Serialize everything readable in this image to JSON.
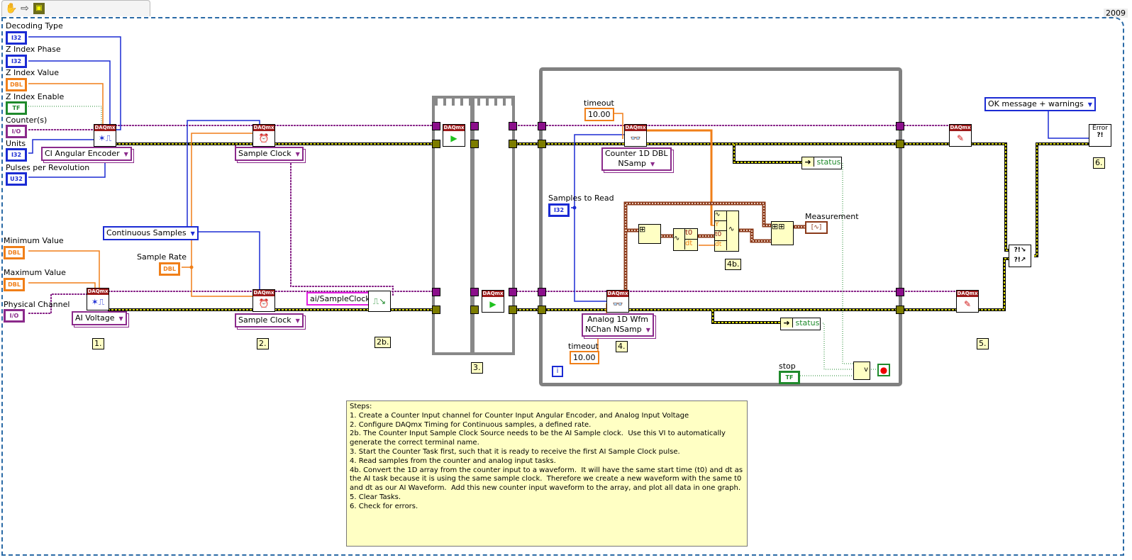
{
  "toolbar": {
    "icons": [
      "hand-tool-icon",
      "run-arrow-icon",
      "vi-icon"
    ]
  },
  "year_label": "2009",
  "controls": [
    {
      "label": "Decoding Type",
      "type": "I32"
    },
    {
      "label": "Z Index Phase",
      "type": "I32"
    },
    {
      "label": "Z Index Value",
      "type": "DBL"
    },
    {
      "label": "Z Index Enable",
      "type": "TF"
    },
    {
      "label": "Counter(s)",
      "type": "I/O"
    },
    {
      "label": "Units",
      "type": "I32"
    },
    {
      "label": "Pulses per Revolution",
      "type": "U32"
    },
    {
      "label": "Minimum Value",
      "type": "DBL"
    },
    {
      "label": "Maximum Value",
      "type": "DBL"
    },
    {
      "label": "Physical Channel",
      "type": "I/O"
    },
    {
      "label": "Sample Rate",
      "type": "DBL"
    },
    {
      "label": "Samples to Read",
      "type": "I32"
    },
    {
      "label": "stop",
      "type": "TF"
    }
  ],
  "rings": {
    "ci_channel": "CI Angular Encoder",
    "ai_channel": "AI Voltage",
    "sample_clock_top": "Sample Clock",
    "sample_clock_bottom": "Sample Clock",
    "sample_mode": "Continuous Samples",
    "read_counter": [
      "Counter 1D DBL",
      "NSamp"
    ],
    "read_analog": [
      "Analog 1D Wfm",
      "NChan NSamp"
    ],
    "error_dialog": "OK message + warnings"
  },
  "constants": {
    "terminal": "ai/SampleClock",
    "timeout_label": "timeout",
    "timeout_top": "10.00",
    "timeout_bottom": "10.00"
  },
  "vi_header": "DAQmx",
  "indicators": {
    "measurement_label": "Measurement",
    "status_label": "status",
    "loop_iteration": "i",
    "error_label": "Error"
  },
  "step_labels": [
    "1.",
    "2.",
    "2b.",
    "3.",
    "4.",
    "4b.",
    "5.",
    "6."
  ],
  "waveform_terms": {
    "y": "Y",
    "t0": "t0",
    "dt": "dt",
    "or": "v"
  },
  "comment": {
    "title": "Steps:",
    "lines": [
      "1. Create a Counter Input channel for Counter Input Angular Encoder, and Analog Input Voltage",
      "2. Configure DAQmx Timing for Continuous samples, a defined rate.",
      "2b. The Counter Input Sample Clock Source needs to be the AI Sample clock.  Use this VI to automatically generate the correct terminal name.",
      "3. Start the Counter Task first, such that it is ready to receive the first AI Sample Clock pulse.",
      "4. Read samples from the counter and analog input tasks.",
      "4b. Convert the 1D array from the counter input to a waveform.  It will have the same start time (t0) and dt as the AI task because it is using the same sample clock.  Therefore we create a new waveform with the same t0 and dt as our AI Waveform.  Add this new counter input waveform to the array, and plot all data in one graph.",
      "5. Clear Tasks.",
      "6. Check for errors."
    ]
  },
  "colors": {
    "int_wire": "#1b2bd4",
    "dbl_wire": "#f07f19",
    "bool_wire": "#1f8a2c",
    "task_wire": "#8b2a8b",
    "error_wire": "#d8d800",
    "waveform_wire": "#8b3a1a",
    "frame_border": "#2a6aa6",
    "comment_bg": "#ffffc4"
  }
}
